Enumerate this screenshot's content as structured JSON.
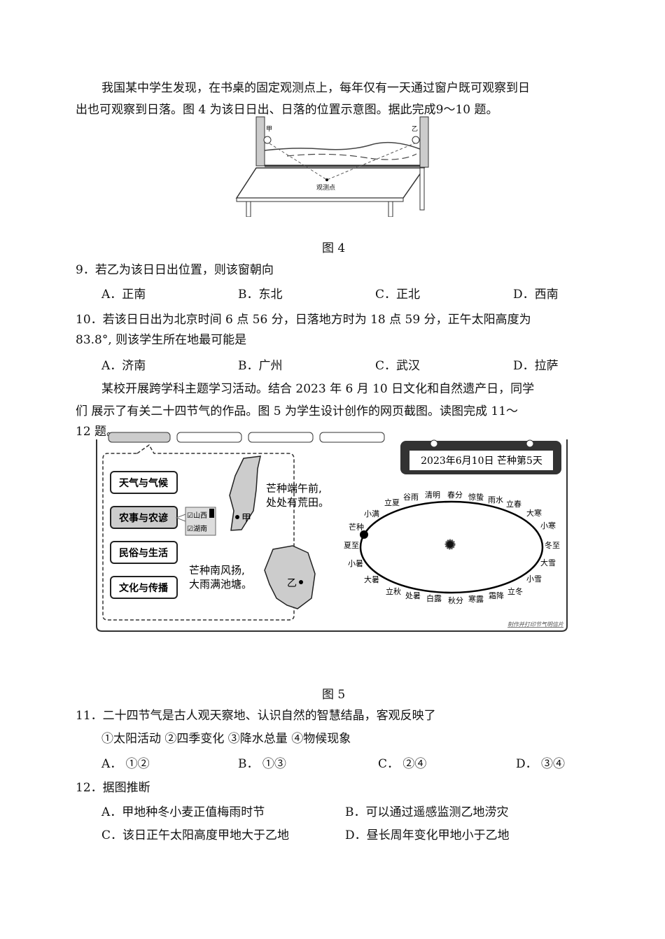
{
  "intro1": {
    "line1": "我国某中学生发现，在书桌的固定观测点上，每年仅有一天通过窗户既可观察到日",
    "line2": "出也可观察到日落。图  4  为该日日出、日落的位置示意图。据此完成9～10  题。"
  },
  "fig4": {
    "label_jia": "甲",
    "label_yi": "乙",
    "obs_point": "观测点",
    "caption": "图  4"
  },
  "q9": {
    "stem": "9．若乙为该日日出位置，则该窗朝向",
    "options": [
      "A．正南",
      "B．东北",
      "C．正北",
      "D．西南"
    ]
  },
  "q10": {
    "stem1": "10．若该日日出为北京时间  6 点  56 分，日落地方时为  18 点  59 分，正午太阳高度为",
    "stem2": "83.8°, 则该学生所在地最可能是",
    "options": [
      "A．济南",
      "B．广州",
      "C．武汉",
      "D．拉萨"
    ]
  },
  "intro2": {
    "line1": "某校开展跨学科主题学习活动。结合  2023  年  6  月  10  日文化和自然遗产日，同学",
    "line2": "们  展示了有关二十四节气的作品。图  5  为学生设计创作的网页截图。读图完成  11～",
    "line3": "12 题。"
  },
  "fig5": {
    "menu": [
      "天气与气候",
      "农事与农谚",
      "民俗与生活",
      "文化与传播"
    ],
    "checkbox": [
      "☑山西",
      "☑湖南"
    ],
    "proverb1": [
      "芒种端午前,",
      "处处有荒田。"
    ],
    "proverb2": [
      "芒种南风扬,",
      "大雨满池塘。"
    ],
    "label_jia": "甲",
    "label_yi": "乙",
    "date_banner": "2023年6月10日  芒种第5天",
    "solar_terms": [
      "立夏",
      "谷雨",
      "清明",
      "春分",
      "惊蛰",
      "雨水",
      "立春",
      "大寒",
      "小寒",
      "冬至",
      "大雪",
      "小雪",
      "立冬",
      "霜降",
      "寒露",
      "秋分",
      "白露",
      "处暑",
      "立秋",
      "大暑",
      "小暑",
      "夏至",
      "芒种",
      "小满"
    ],
    "footer_link": "制作并打印节气明信片",
    "caption": "图  5"
  },
  "q11": {
    "stem": "11．二十四节气是古人观天察地、认识自然的智慧结晶，客观反映了",
    "items": "①太阳活动    ②四季变化    ③降水总量    ④物候现象",
    "options": [
      "A．  ①②",
      "B．  ①③",
      "C．  ②④",
      "D．  ③④"
    ]
  },
  "q12": {
    "stem": "12．据图推断",
    "options": [
      "A．甲地种冬小麦正值梅雨时节",
      "B．可以通过遥感监测乙地涝灾",
      "C．该日正午太阳高度甲地大于乙地",
      "D．昼长周年变化甲地小于乙地"
    ]
  }
}
